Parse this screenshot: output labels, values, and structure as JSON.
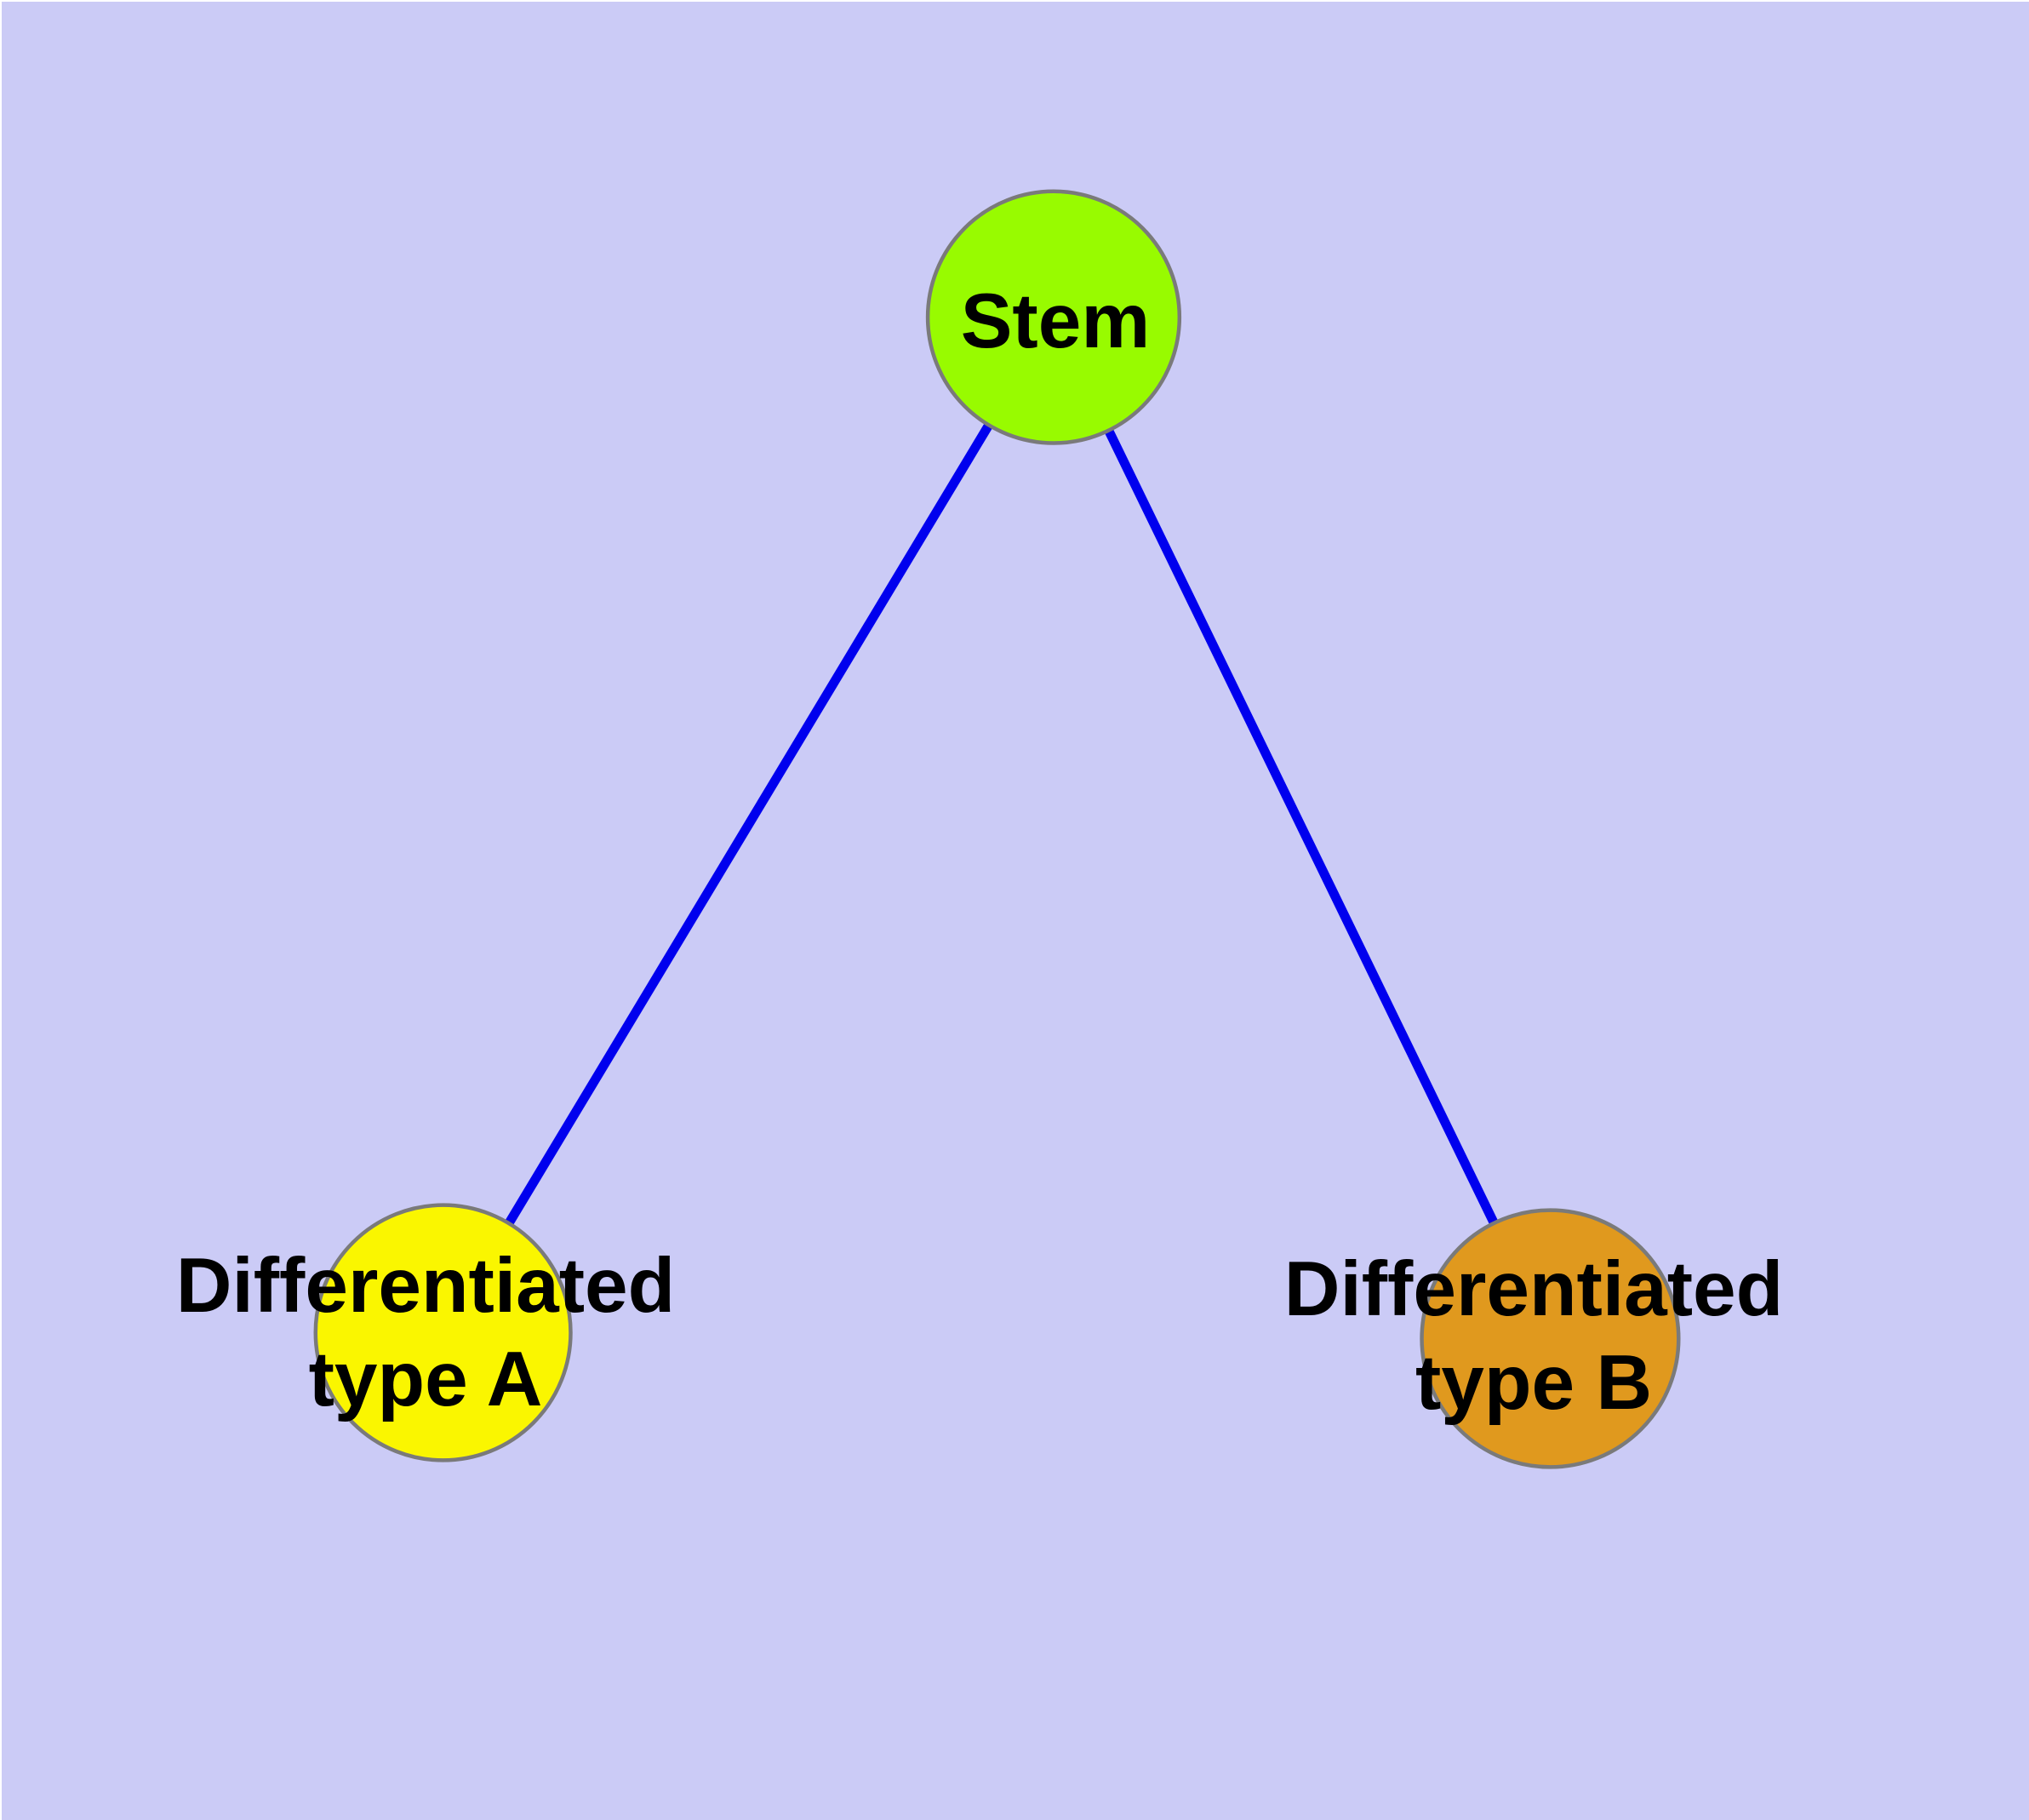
{
  "diagram": {
    "type": "node-link-graph",
    "background_color": "#CBCBF6",
    "node_border_color": "#7A7A7A",
    "edge_color": "#0000EE",
    "label_color": "#000000",
    "nodes": [
      {
        "id": "stem",
        "label": "Stem",
        "lines": [
          "Stem"
        ],
        "fill": "#98FB00"
      },
      {
        "id": "differentiated-type-a",
        "label": "Differentiated type A",
        "lines": [
          "Differentiated",
          "type A"
        ],
        "fill": "#FAF600"
      },
      {
        "id": "differentiated-type-b",
        "label": "Differentiated type B",
        "lines": [
          "Differentiated",
          "type B"
        ],
        "fill": "#E0991E"
      }
    ],
    "edges": [
      {
        "from": "Stem",
        "to": "Differentiated type A"
      },
      {
        "from": "Stem",
        "to": "Differentiated type B"
      }
    ]
  }
}
